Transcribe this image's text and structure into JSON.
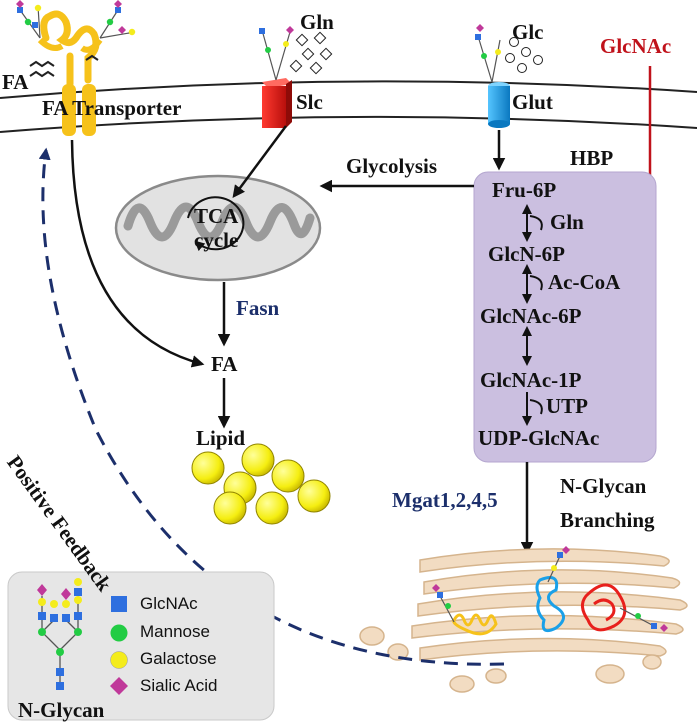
{
  "labels": {
    "fa": "FA",
    "fa_transporter": "FA Transporter",
    "gln_top": "Gln",
    "slc": "Slc",
    "glc": "Glc",
    "glut": "Glut",
    "glcnac_ext": "GlcNAc",
    "glycolysis": "Glycolysis",
    "hbp": "HBP",
    "tca": "TCA",
    "cycle": "cycle",
    "fasn": "Fasn",
    "fa_mid": "FA",
    "lipid": "Lipid",
    "positive_feedback": "Positive Feedback",
    "mgat": "Mgat1,2,4,5",
    "nglycan_branching_1": "N-Glycan",
    "nglycan_branching_2": "Branching"
  },
  "hbp_steps": {
    "fru6p": "Fru-6P",
    "gln": "Gln",
    "glcn6p": "GlcN-6P",
    "accoa": "Ac-CoA",
    "glcnac6p": "GlcNAc-6P",
    "glcnac1p": "GlcNAc-1P",
    "utp": "UTP",
    "udpglcnac": "UDP-GlcNAc"
  },
  "legend": {
    "title": "N-Glycan",
    "items": [
      {
        "label": "GlcNAc",
        "shape": "square",
        "color": "#2e6fdf"
      },
      {
        "label": "Mannose",
        "shape": "circle",
        "color": "#22cc44"
      },
      {
        "label": "Galactose",
        "shape": "circle",
        "color": "#f4ec1c"
      },
      {
        "label": "Sialic Acid",
        "shape": "diamond",
        "color": "#c0399a"
      }
    ]
  },
  "colors": {
    "membrane": "#222222",
    "transporter": "#f6c21b",
    "slc": "#e8201c",
    "glut": "#1aa0e8",
    "hbp_box": "#cbbfe0",
    "red_arrow": "#c0121b",
    "feedback": "#1c2f6b",
    "lipid": "#f5ee10",
    "mito": "#d0d0d0",
    "er": "#f2dcc2",
    "legend_box": "#e6e6e6"
  }
}
